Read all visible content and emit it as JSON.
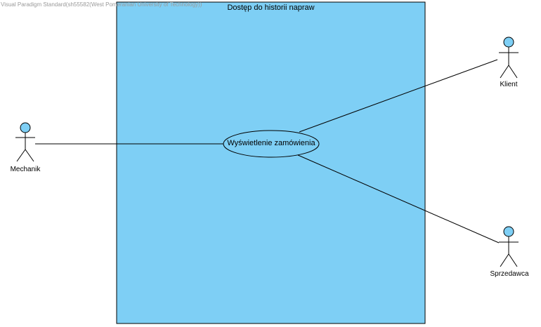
{
  "watermark": "Visual Paradigm Standard(sh55582(West Pomeranian University of Technology))",
  "system": {
    "title": "Dostęp do historii napraw"
  },
  "use_case": {
    "label": "Wyświetlenie zamówienia"
  },
  "actors": [
    {
      "name": "Mechanik"
    },
    {
      "name": "Klient"
    },
    {
      "name": "Sprzedawca"
    }
  ],
  "colors": {
    "system_fill": "#7ECFF5",
    "actor_head": "#7ECFF5",
    "line": "#000000"
  }
}
